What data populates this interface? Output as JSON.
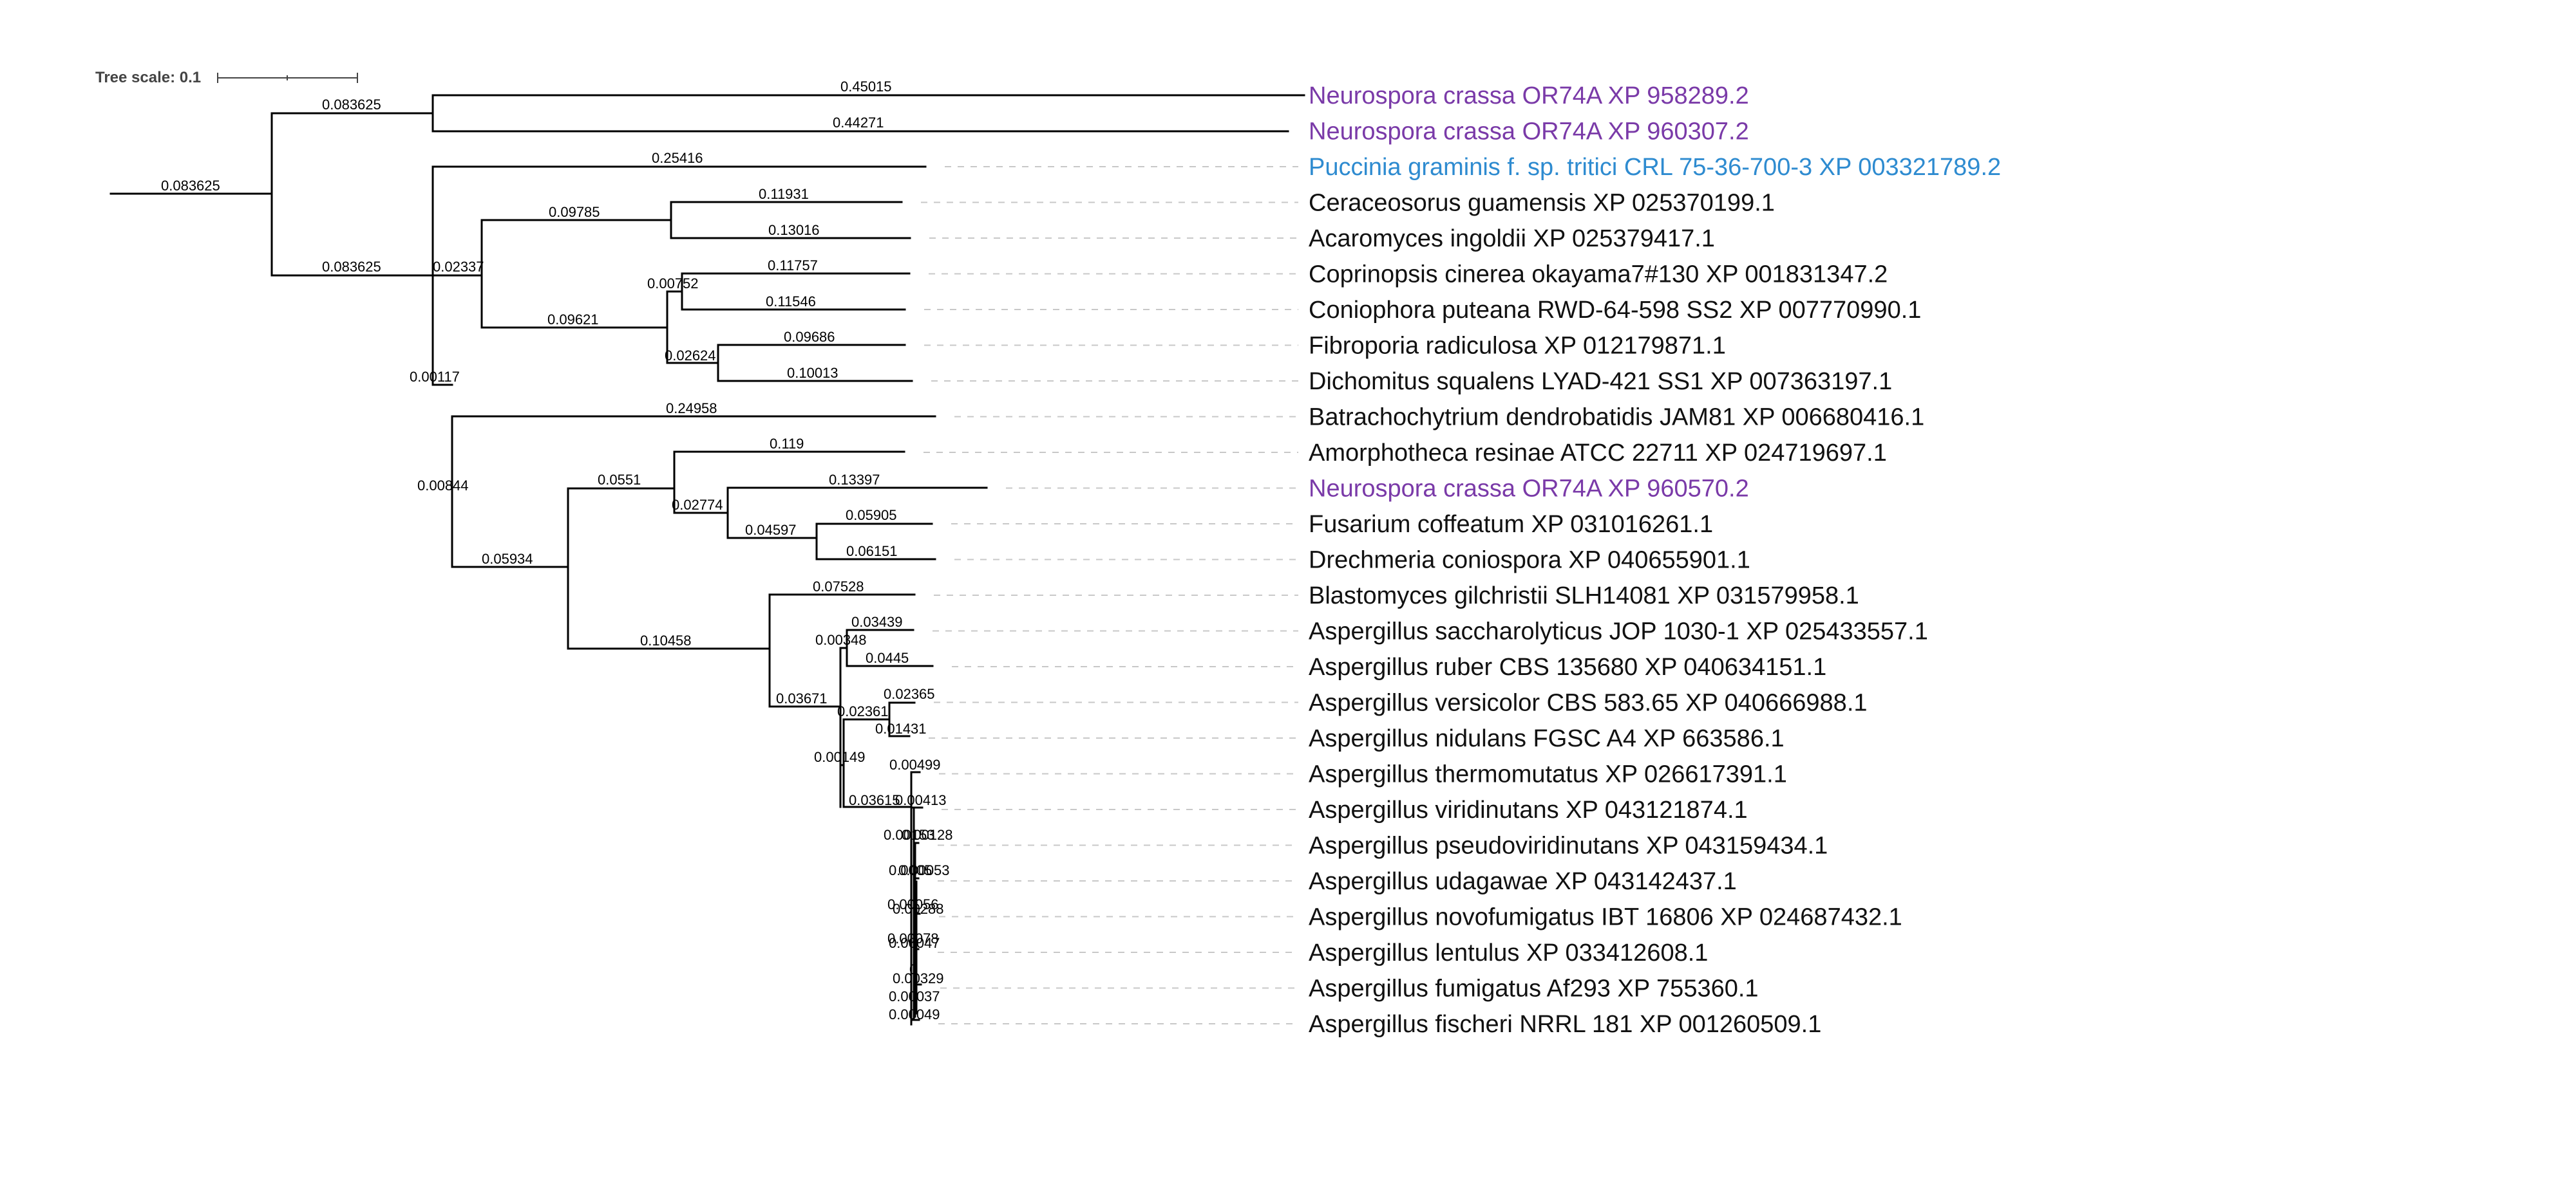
{
  "tree_scale": {
    "label": "Tree scale: 0.1"
  },
  "colors": {
    "purple": "#7a3aa8",
    "blue": "#2e8bd0",
    "black": "#111111"
  },
  "leaves": [
    {
      "name": "Neurospora crassa OR74A XP 958289.2",
      "color": "purple"
    },
    {
      "name": "Neurospora crassa OR74A XP 960307.2",
      "color": "purple"
    },
    {
      "name": "Puccinia graminis f. sp. tritici CRL 75-36-700-3 XP 003321789.2",
      "color": "blue"
    },
    {
      "name": "Ceraceosorus guamensis XP 025370199.1",
      "color": "black"
    },
    {
      "name": "Acaromyces ingoldii XP 025379417.1",
      "color": "black"
    },
    {
      "name": "Coprinopsis cinerea okayama7#130 XP 001831347.2",
      "color": "black"
    },
    {
      "name": "Coniophora puteana RWD-64-598 SS2 XP 007770990.1",
      "color": "black"
    },
    {
      "name": "Fibroporia radiculosa XP 012179871.1",
      "color": "black"
    },
    {
      "name": "Dichomitus squalens LYAD-421 SS1 XP 007363197.1",
      "color": "black"
    },
    {
      "name": "Batrachochytrium dendrobatidis JAM81 XP 006680416.1",
      "color": "black"
    },
    {
      "name": "Amorphotheca resinae ATCC 22711 XP 024719697.1",
      "color": "black"
    },
    {
      "name": "Neurospora crassa OR74A XP 960570.2",
      "color": "purple"
    },
    {
      "name": "Fusarium coffeatum XP 031016261.1",
      "color": "black"
    },
    {
      "name": "Drechmeria coniospora XP 040655901.1",
      "color": "black"
    },
    {
      "name": "Blastomyces gilchristii SLH14081 XP 031579958.1",
      "color": "black"
    },
    {
      "name": "Aspergillus saccharolyticus JOP 1030-1 XP 025433557.1",
      "color": "black"
    },
    {
      "name": "Aspergillus ruber CBS 135680 XP 040634151.1",
      "color": "black"
    },
    {
      "name": "Aspergillus versicolor CBS 583.65 XP 040666988.1",
      "color": "black"
    },
    {
      "name": "Aspergillus nidulans FGSC A4 XP 663586.1",
      "color": "black"
    },
    {
      "name": "Aspergillus thermomutatus XP 026617391.1",
      "color": "black"
    },
    {
      "name": "Aspergillus viridinutans XP 043121874.1",
      "color": "black"
    },
    {
      "name": "Aspergillus pseudoviridinutans XP 043159434.1",
      "color": "black"
    },
    {
      "name": "Aspergillus udagawae XP 043142437.1",
      "color": "black"
    },
    {
      "name": "Aspergillus novofumigatus IBT 16806 XP 024687432.1",
      "color": "black"
    },
    {
      "name": "Aspergillus lentulus XP 033412608.1",
      "color": "black"
    },
    {
      "name": "Aspergillus fumigatus Af293 XP 755360.1",
      "color": "black"
    },
    {
      "name": "Aspergillus fischeri NRRL 181 XP 001260509.1",
      "color": "black"
    }
  ],
  "branch_lengths": [
    "0.45015",
    "0.44271",
    "0.083625",
    "0.083625",
    "0.083625",
    "0.25416",
    "0.11931",
    "0.09785",
    "0.13016",
    "0.11757",
    "0.00752",
    "0.11546",
    "0.09621",
    "0.09686",
    "0.02624",
    "0.10013",
    "0.02337",
    "0.00117",
    "0.24958",
    "0.119",
    "0.0551",
    "0.13397",
    "0.02774",
    "0.05905",
    "0.04597",
    "0.06151",
    "0.00844",
    "0.05934",
    "0.07528",
    "0.03439",
    "0.00348",
    "0.0445",
    "0.10458",
    "0.02365",
    "0.03671",
    "0.02361",
    "0.01431",
    "0.00149",
    "0.00499",
    "0.03615",
    "0.00413",
    "0.00153",
    "0.00128",
    "0.0005",
    "0.00053",
    "0.00056",
    "0.00288",
    "0.00078",
    "0.00047",
    "0",
    "0.00329",
    "0.00037",
    "0.00049"
  ]
}
